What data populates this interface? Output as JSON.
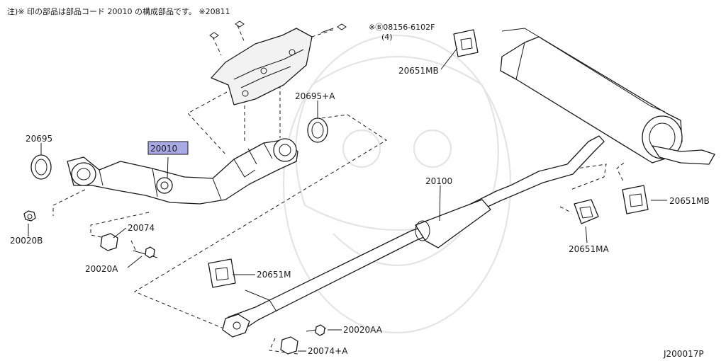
{
  "note": {
    "line": "注)※ 印の部品は部品コード 20010 の構成部品です。 ※20811",
    "bolt_ref": "※Ⓑ08156-6102F",
    "bolt_qty": "(4)"
  },
  "parts": {
    "p20010": "20010",
    "p20695": "20695",
    "p20695A": "20695+A",
    "p20651MB_top": "20651MB",
    "p20651MB_right": "20651MB",
    "p20651MA": "20651MA",
    "p20651M": "20651M",
    "p20100": "20100",
    "p20074": "20074",
    "p20074A": "20074+A",
    "p20020A": "20020A",
    "p20020AA": "20020AA",
    "p20020B": "20020B"
  },
  "diagram_code": "J200017P",
  "colors": {
    "highlight": "#a9a9e6",
    "line": "#1a1a1a"
  }
}
